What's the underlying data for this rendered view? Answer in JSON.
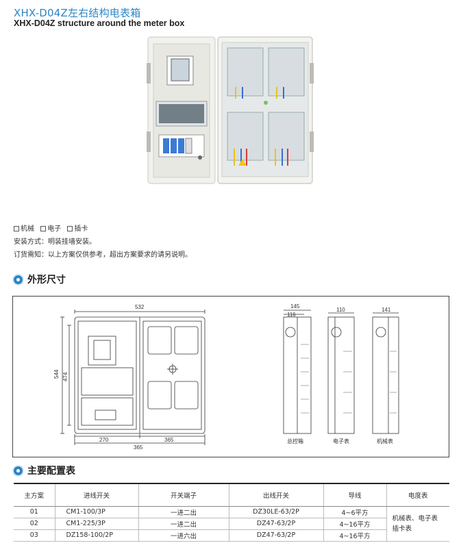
{
  "header": {
    "title_cn": "XHX-D04Z左右结构电表箱",
    "title_en": "XHX-D04Z structure around the meter box"
  },
  "specs": {
    "options": [
      "机械",
      "电子",
      "插卡"
    ],
    "install": "安装方式：明装挂墙安装。",
    "order": "订货需知：以上方案仅供参考，超出方案要求的请另说明。"
  },
  "section_dims": {
    "title": "外形尺寸"
  },
  "section_config": {
    "title": "主要配置表"
  },
  "drawing": {
    "front": {
      "width": "532",
      "height_outer": "544",
      "height_inner": "474",
      "bottom_left": "270",
      "bottom_right": "365",
      "bottom_total": "365"
    },
    "side_total": {
      "top_outer": "145",
      "top_inner": "116",
      "caption": "总控箱"
    },
    "side_electronic": {
      "top": "110",
      "caption": "电子表"
    },
    "side_mechanical": {
      "top": "141",
      "caption": "机械表"
    }
  },
  "table": {
    "headers": [
      "主方案",
      "进线开关",
      "开关端子",
      "出线开关",
      "导线",
      "电度表"
    ],
    "rows": [
      {
        "id": "01",
        "inlet": "CM1-100/3P",
        "terminal": "一进二出",
        "outlet": "DZ30LE-63/2P",
        "wire": "4~6平方"
      },
      {
        "id": "02",
        "inlet": "CM1-225/3P",
        "terminal": "一进二出",
        "outlet": "DZ47-63/2P",
        "wire": "4~16平方"
      },
      {
        "id": "03",
        "inlet": "DZ158-100/2P",
        "terminal": "一进六出",
        "outlet": "DZ47-63/2P",
        "wire": "4~16平方"
      }
    ],
    "meter_line1": "机械表、电子表",
    "meter_line2": "插卡表"
  }
}
